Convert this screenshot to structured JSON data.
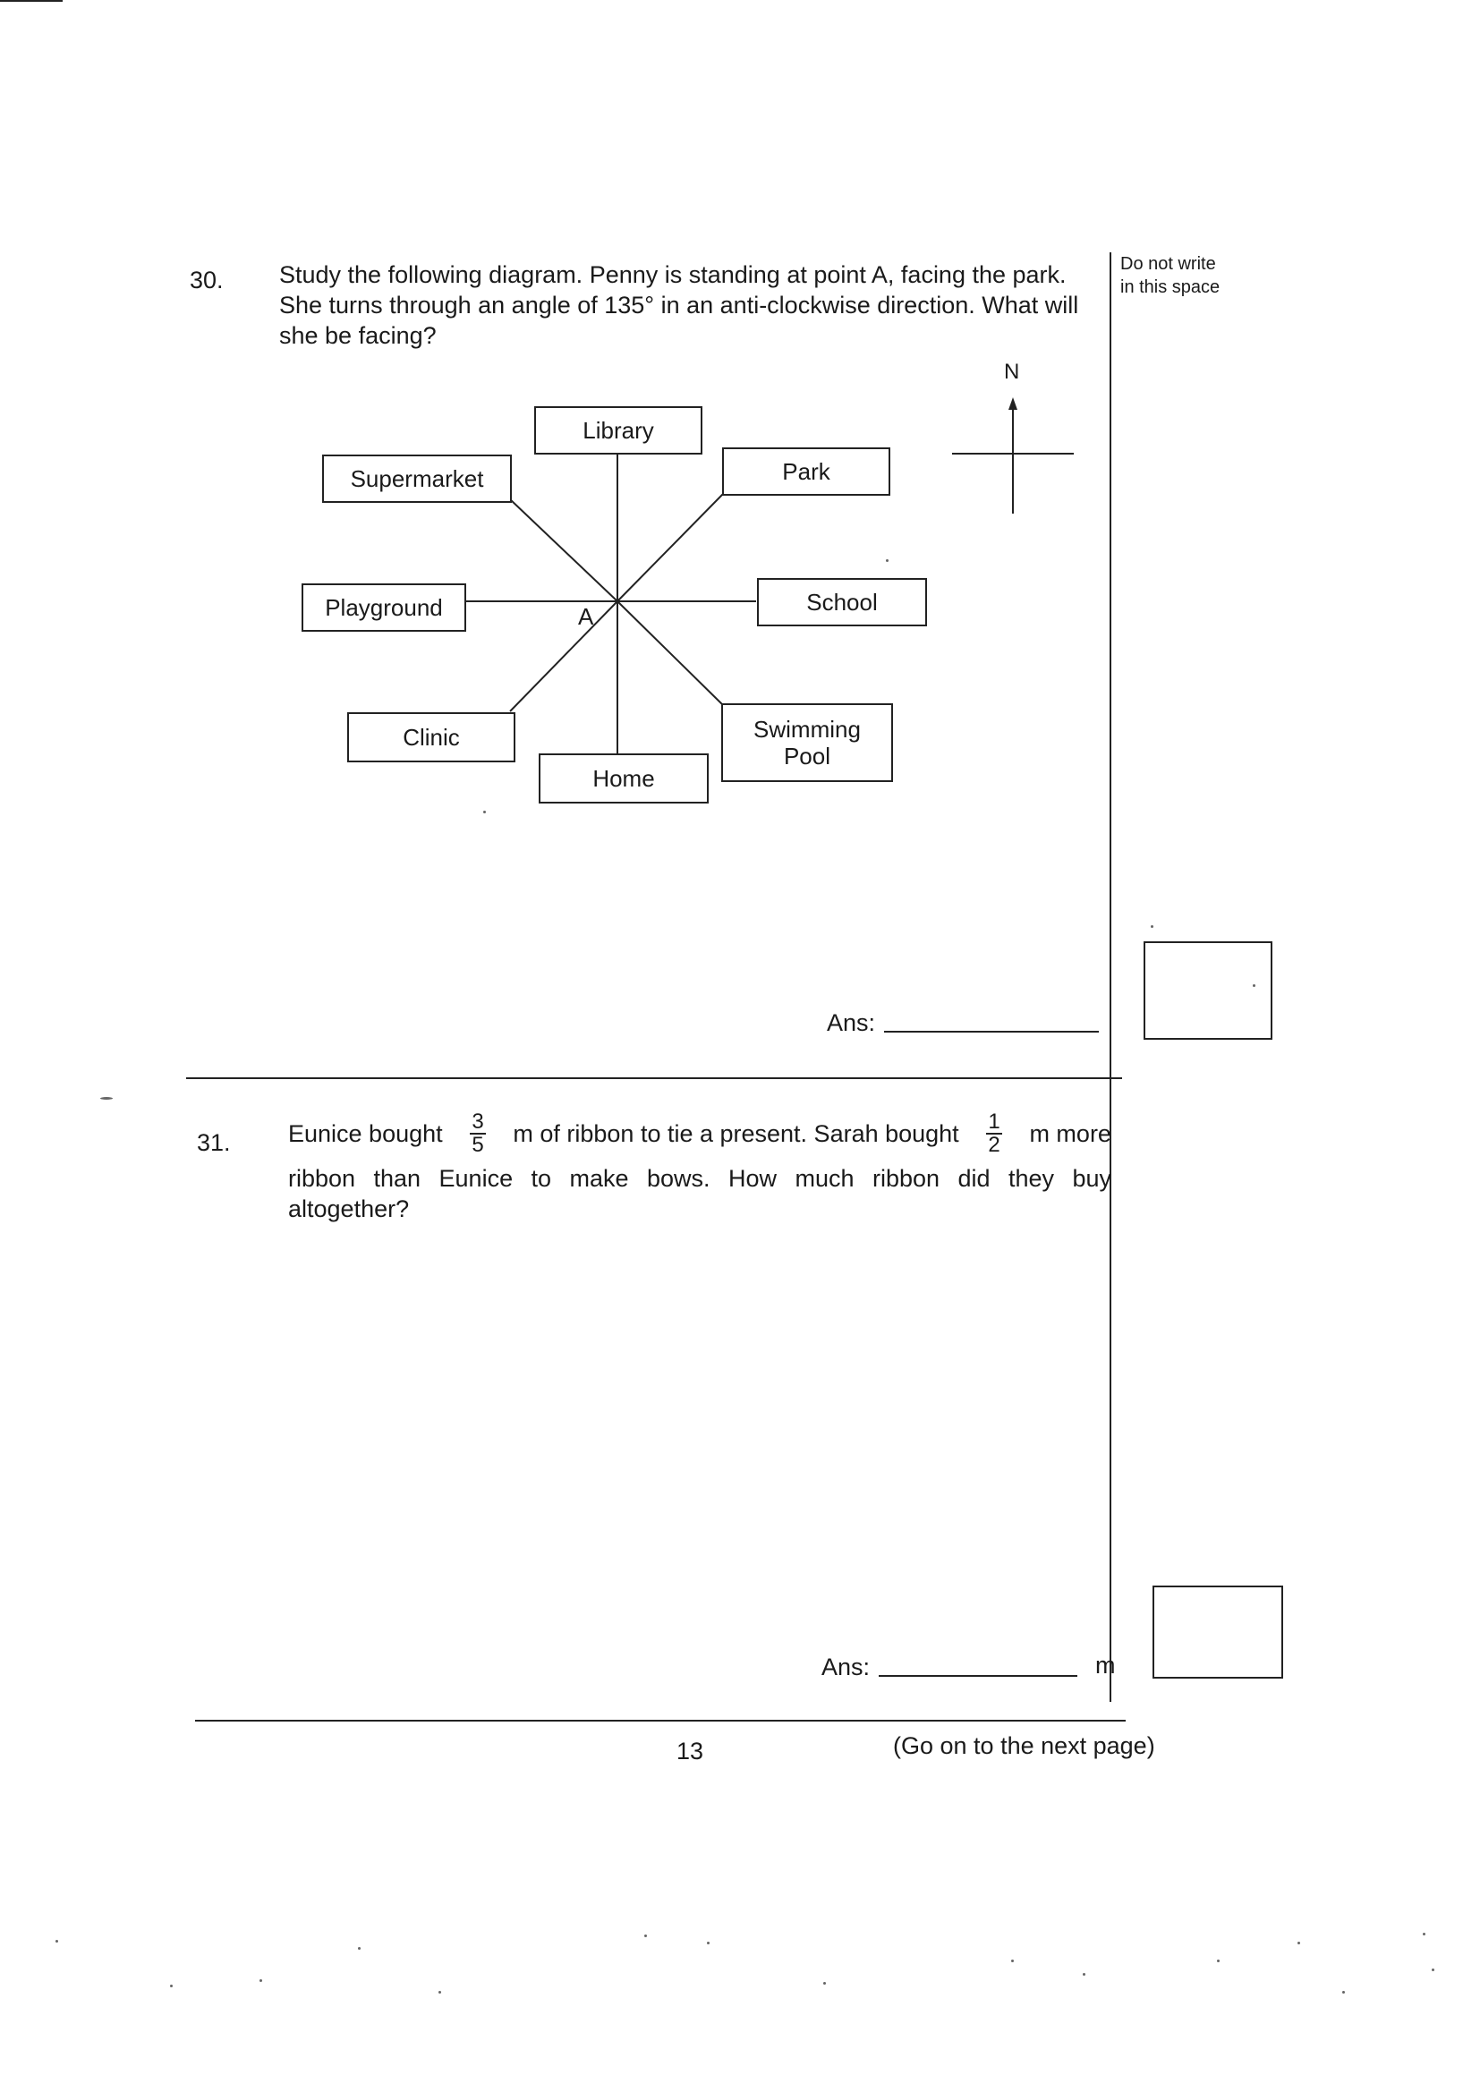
{
  "question30": {
    "number": "30.",
    "line1": "Study the following diagram. Penny is standing at point A, facing the park.",
    "line2": "She turns through an angle of 135° in an anti-clockwise direction. What will",
    "line3": "she be facing?",
    "answer_label": "Ans:",
    "diagram": {
      "center_label": "A",
      "places": {
        "library": "Library",
        "park": "Park",
        "school": "School",
        "swimming_pool_line1": "Swimming",
        "swimming_pool_line2": "Pool",
        "home": "Home",
        "clinic": "Clinic",
        "playground": "Playground",
        "supermarket": "Supermarket"
      },
      "compass_label": "N"
    }
  },
  "margin": {
    "note_line1": "Do not write",
    "note_line2": "in this space"
  },
  "question31": {
    "number": "31.",
    "text_part1": "Eunice bought",
    "fraction1": {
      "numerator": "3",
      "denominator": "5"
    },
    "text_part2": "m of ribbon to tie a present. Sarah bought",
    "fraction2": {
      "numerator": "1",
      "denominator": "2"
    },
    "text_part3": "m more",
    "line2": "ribbon than Eunice to make bows. How much ribbon did they buy",
    "line3": "altogether?",
    "answer_label": "Ans:",
    "answer_unit": "m"
  },
  "footer": {
    "page_number": "13",
    "next_page": "(Go on to the next page)"
  }
}
